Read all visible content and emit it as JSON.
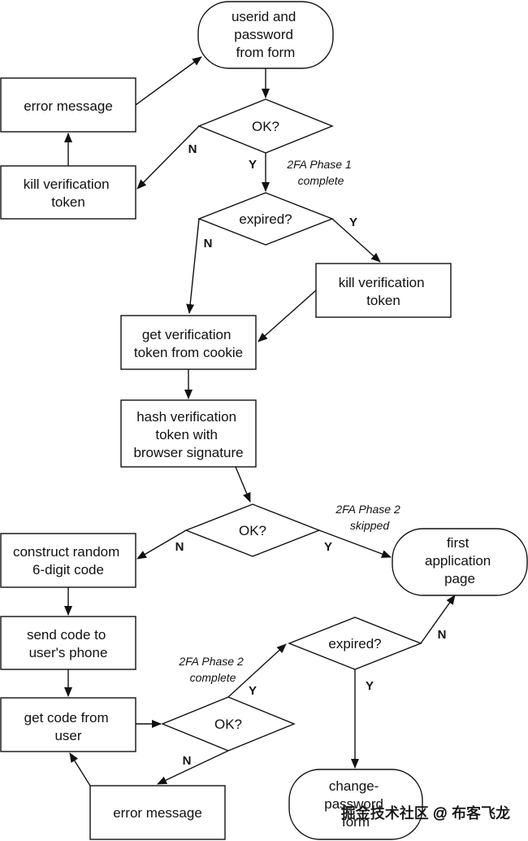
{
  "nodes": {
    "start": [
      "userid and",
      "password",
      "from form"
    ],
    "ok1": [
      "OK?"
    ],
    "error1": [
      "error message"
    ],
    "kill1": [
      "kill verification",
      "token"
    ],
    "expired1": [
      "expired?"
    ],
    "kill2": [
      "kill verification",
      "token"
    ],
    "getToken": [
      "get verification",
      "token from cookie"
    ],
    "hash": [
      "hash verification",
      "token with",
      "browser signature"
    ],
    "ok2": [
      "OK?"
    ],
    "construct": [
      "construct random",
      "6-digit code"
    ],
    "firstPage": [
      "first",
      "application",
      "page"
    ],
    "send": [
      "send code to",
      "user's phone"
    ],
    "expired2": [
      "expired?"
    ],
    "getCode": [
      "get code from",
      "user"
    ],
    "ok3": [
      "OK?"
    ],
    "error2": [
      "error message"
    ],
    "changePw": [
      "change-",
      "password",
      "form"
    ]
  },
  "edge_labels": {
    "ok1_n": "N",
    "ok1_y": "Y",
    "exp1_n": "N",
    "exp1_y": "Y",
    "ok2_n": "N",
    "ok2_y": "Y",
    "exp2_n": "N",
    "exp2_y": "Y",
    "ok3_y": "Y",
    "ok3_n": "N"
  },
  "phase_labels": {
    "p1": [
      "2FA Phase 1",
      "complete"
    ],
    "p2s": [
      "2FA Phase 2",
      "skipped"
    ],
    "p2c": [
      "2FA Phase 2",
      "complete"
    ]
  },
  "watermark": "掘金技术社区 @ 布客飞龙"
}
